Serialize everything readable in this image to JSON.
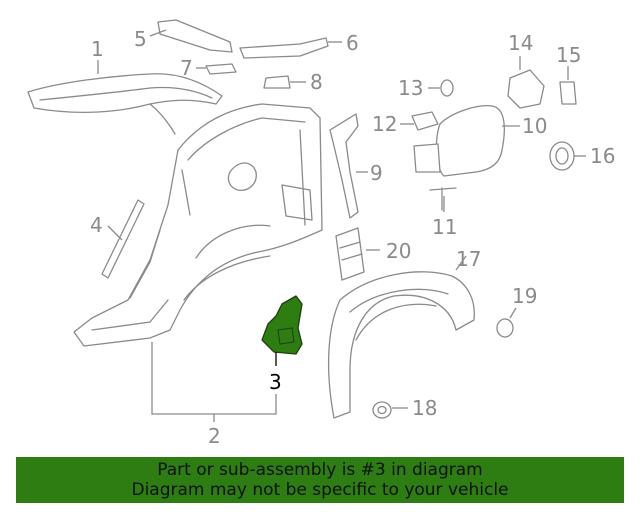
{
  "diagram": {
    "highlight_color": "#2e7d12",
    "callouts": {
      "c1": "1",
      "c2": "2",
      "c3": "3",
      "c4": "4",
      "c5": "5",
      "c6": "6",
      "c7": "7",
      "c8": "8",
      "c9": "9",
      "c10": "10",
      "c11": "11",
      "c12": "12",
      "c13": "13",
      "c14": "14",
      "c15": "15",
      "c16": "16",
      "c17": "17",
      "c18": "18",
      "c19": "19",
      "c20": "20"
    }
  },
  "banner": {
    "line1": "Part or sub-assembly is #3 in diagram",
    "line2": "Diagram may not be specific to your vehicle",
    "background": "#2e7d12"
  }
}
